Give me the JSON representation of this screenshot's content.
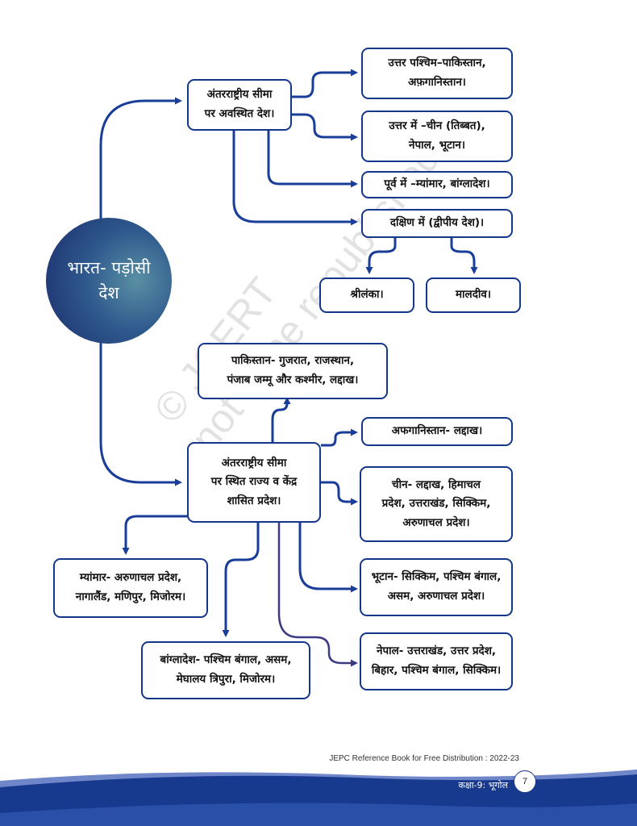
{
  "center": "भारत- पड़ोसी\nदेश",
  "top_section": {
    "heading": "अंतरराष्ट्रीय सीमा\nपर अवस्थित देश।",
    "items": [
      "उत्तर पश्चिम–पाकिस्तान,\nअफ़गानिस्तान।",
      "उत्तर में –चीन (तिब्बत),\nनेपाल, भूटान।",
      "पूर्व में –म्यांमार, बांग्लादेश।",
      "दक्षिण में (द्वीपीय देश)।"
    ],
    "islands": [
      "श्रीलंका।",
      "मालदीव।"
    ]
  },
  "bottom_section": {
    "heading": "अंतरराष्ट्रीय सीमा\nपर स्थित राज्य व केंद्र\nशासित प्रदेश।",
    "items": {
      "pakistan": "पाकिस्तान- गुजरात, राजस्थान,\nपंजाब जम्मू और कश्मीर, लद्दाख।",
      "afghanistan": "अफगानिस्तान- लद्दाख।",
      "china": "चीन- लद्दाख, हिमाचल\nप्रदेश, उत्तराखंड, सिक्किम,\nअरुणाचल प्रदेश।",
      "bhutan": "भूटान- सिक्किम, पश्चिम बंगाल,\nअसम, अरुणाचल प्रदेश।",
      "nepal": "नेपाल- उत्तराखंड, उत्तर प्रदेश,\nबिहार, पश्चिम बंगाल, सिक्किम।",
      "myanmar": "म्यांमार- अरुणाचल प्रदेश,\nनागालैंड, मणिपुर, मिजोरम।",
      "bangladesh": "बांग्लादेश- पश्चिम बंगाल, असम,\nमेघालय त्रिपुरा, मिजोरम।"
    }
  },
  "watermark": "© JCERT\nnot to be republished",
  "footer": {
    "distribution": "JEPC Reference Book for Free Distribution : 2022-23",
    "subject": "कक्षा-9: भूगोल",
    "page": "7"
  },
  "colors": {
    "border": "#14378c",
    "arrow": "#1a3d99",
    "arrow_purple": "#3a3a85",
    "wave": "#173a8f"
  }
}
